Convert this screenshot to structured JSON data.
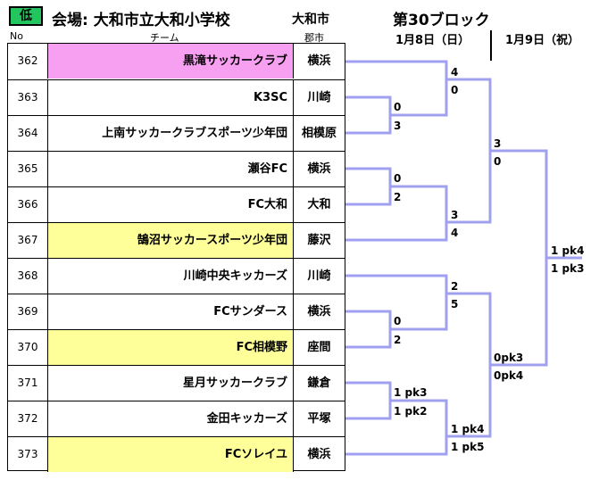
{
  "header": {
    "badge": "低",
    "venue": "会場: 大和市立大和小学校",
    "city": "大和市",
    "block_title": "第30ブロック",
    "date_day1": "1月8日（日）",
    "date_day2": "1月9日（祝）"
  },
  "columns": {
    "no": "No",
    "team": "チーム",
    "city": "郡市"
  },
  "teams": [
    {
      "no": "362",
      "name": "黒滝サッカークラブ",
      "city": "横浜",
      "highlight": "pink"
    },
    {
      "no": "363",
      "name": "K3SC",
      "city": "川崎",
      "highlight": ""
    },
    {
      "no": "364",
      "name": "上南サッカークラブスポーツ少年団",
      "city": "相模原",
      "highlight": ""
    },
    {
      "no": "365",
      "name": "瀬谷FC",
      "city": "横浜",
      "highlight": ""
    },
    {
      "no": "366",
      "name": "FC大和",
      "city": "大和",
      "highlight": ""
    },
    {
      "no": "367",
      "name": "鵠沼サッカースポーツ少年団",
      "city": "藤沢",
      "highlight": "yellow"
    },
    {
      "no": "368",
      "name": "川崎中央キッカーズ",
      "city": "川崎",
      "highlight": ""
    },
    {
      "no": "369",
      "name": "FCサンダース",
      "city": "横浜",
      "highlight": ""
    },
    {
      "no": "370",
      "name": "FC相模野",
      "city": "座間",
      "highlight": "yellow"
    },
    {
      "no": "371",
      "name": "星月サッカークラブ",
      "city": "鎌倉",
      "highlight": ""
    },
    {
      "no": "372",
      "name": "金田キッカーズ",
      "city": "平塚",
      "highlight": ""
    },
    {
      "no": "373",
      "name": "FCソレイユ",
      "city": "横浜",
      "highlight": "yellow"
    }
  ],
  "scores": {
    "m_363_364": [
      "0",
      "3"
    ],
    "m_365_366": [
      "0",
      "2"
    ],
    "m_369_370": [
      "0",
      "2"
    ],
    "m_371_372": [
      "1 pk3",
      "1 pk2"
    ],
    "r2_top": [
      "4",
      "0"
    ],
    "r2_upper_mid": [
      "3",
      "4"
    ],
    "r2_lower_mid": [
      "2",
      "5"
    ],
    "r2_bottom": [
      "1 pk4",
      "1 pk5"
    ],
    "semi_top": [
      "3",
      "0"
    ],
    "semi_bottom": [
      "0pk3",
      "0pk4"
    ],
    "final": [
      "1 pk4",
      "1 pk3"
    ]
  },
  "colors": {
    "bracket_line": "#a0a0f0",
    "pink": "#f79ff1",
    "yellow": "#ffff99",
    "badge": "#22c55e"
  }
}
